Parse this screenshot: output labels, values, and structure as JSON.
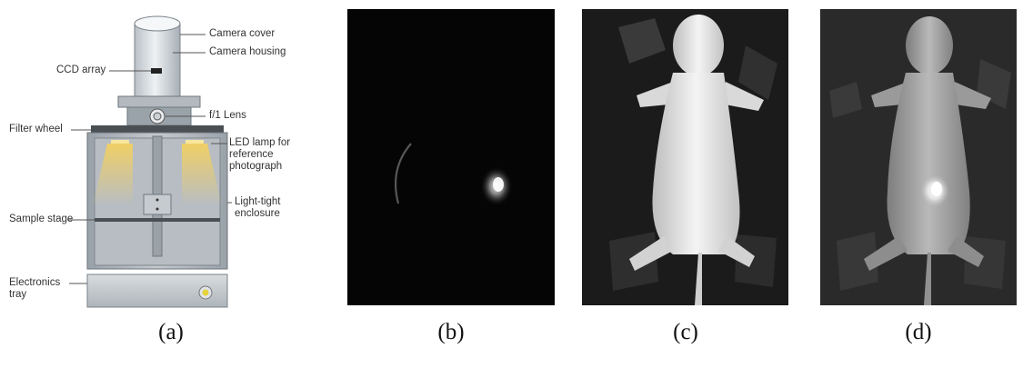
{
  "figure": {
    "panels": [
      {
        "id": "a",
        "caption": "(a)",
        "kind": "instrument-diagram"
      },
      {
        "id": "b",
        "caption": "(b)",
        "kind": "fluorescence-image"
      },
      {
        "id": "c",
        "caption": "(c)",
        "kind": "reference-photograph"
      },
      {
        "id": "d",
        "caption": "(d)",
        "kind": "overlay-image"
      }
    ]
  },
  "diagram": {
    "labels": {
      "camera_cover": "Camera cover",
      "camera_housing": "Camera housing",
      "ccd_array": "CCD array",
      "lens": "f/1 Lens",
      "filter_wheel": "Filter wheel",
      "led_lamp": "LED lamp for\nreference\nphotograph",
      "light_tight": "Light-tight\nenclosure",
      "sample_stage": "Sample stage",
      "electronics_tray": "Electronics\ntray"
    },
    "colors": {
      "body": "#c9ced3",
      "body_dark": "#8d959c",
      "glow": "#f2d36b",
      "indicator": "#e6d23a"
    }
  }
}
